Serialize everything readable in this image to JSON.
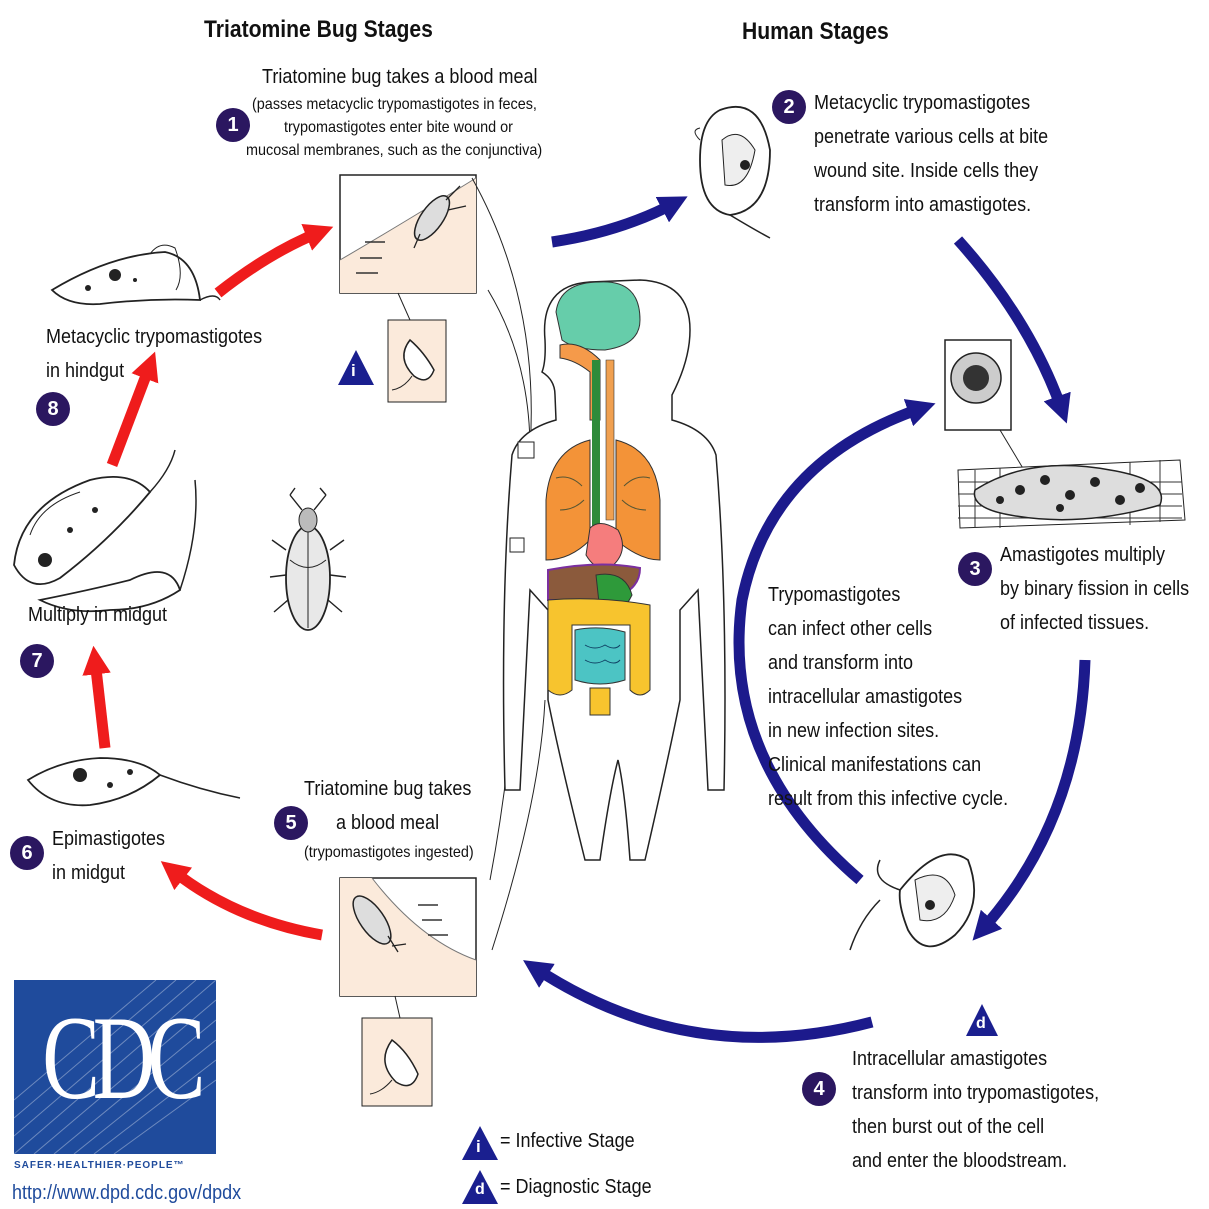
{
  "headers": {
    "bug_stages": "Triatomine Bug Stages",
    "human_stages": "Human Stages"
  },
  "stages": {
    "s1": {
      "number": "1",
      "title": "Triatomine bug takes a blood meal",
      "detail_1": "(passes metacyclic trypomastigotes in feces,",
      "detail_2": "trypomastigotes enter bite wound or",
      "detail_3": "mucosal membranes, such as the conjunctiva)"
    },
    "s2": {
      "number": "2",
      "line_1": "Metacyclic trypomastigotes",
      "line_2": "penetrate various cells at bite",
      "line_3": "wound site.  Inside cells they",
      "line_4": "transform into amastigotes."
    },
    "s3": {
      "number": "3",
      "line_1": "Amastigotes multiply",
      "line_2": "by binary fission in cells",
      "line_3": "of infected tissues."
    },
    "s4": {
      "number": "4",
      "line_1": "Intracellular amastigotes",
      "line_2": "transform into trypomastigotes,",
      "line_3": "then burst out of the cell",
      "line_4": "and enter the bloodstream."
    },
    "s5": {
      "number": "5",
      "line_1": "Triatomine bug takes",
      "line_2": "a blood meal",
      "line_3": "(trypomastigotes ingested)"
    },
    "s6": {
      "number": "6",
      "line_1": "Epimastigotes",
      "line_2": "in midgut"
    },
    "s7": {
      "number": "7",
      "line_1": "Multiply in midgut"
    },
    "s8": {
      "number": "8",
      "line_1": "Metacyclic trypomastigotes",
      "line_2": "in hindgut"
    }
  },
  "infective_cycle": {
    "line_1": "Trypomastigotes",
    "line_2": "can infect other cells",
    "line_3": "and transform into",
    "line_4": "intracellular amastigotes",
    "line_5": "in new infection sites.",
    "line_6": "Clinical manifestations can",
    "line_7": "result from this infective cycle."
  },
  "legend": {
    "infective_letter": "i",
    "infective_label": "= Infective Stage",
    "diagnostic_letter": "d",
    "diagnostic_label": "= Diagnostic Stage"
  },
  "logo": {
    "letters": "CDC",
    "tagline": "SAFER·HEALTHIER·PEOPLE™",
    "url": "http://www.dpd.cdc.gov/dpdx"
  },
  "colors": {
    "red_arrow": "#ef1c1c",
    "blue_arrow": "#1c1a8c",
    "number_badge": "#2b1760",
    "stage_triangle": "#1a1f8f",
    "cdc_blue": "#1f4b9c",
    "skin": "#fbeadb"
  },
  "icons": {
    "stage_marker": "triangle-icon",
    "parasite": "trypomastigote-icon",
    "bug": "triatomine-bug-icon",
    "body": "human-body-icon"
  }
}
